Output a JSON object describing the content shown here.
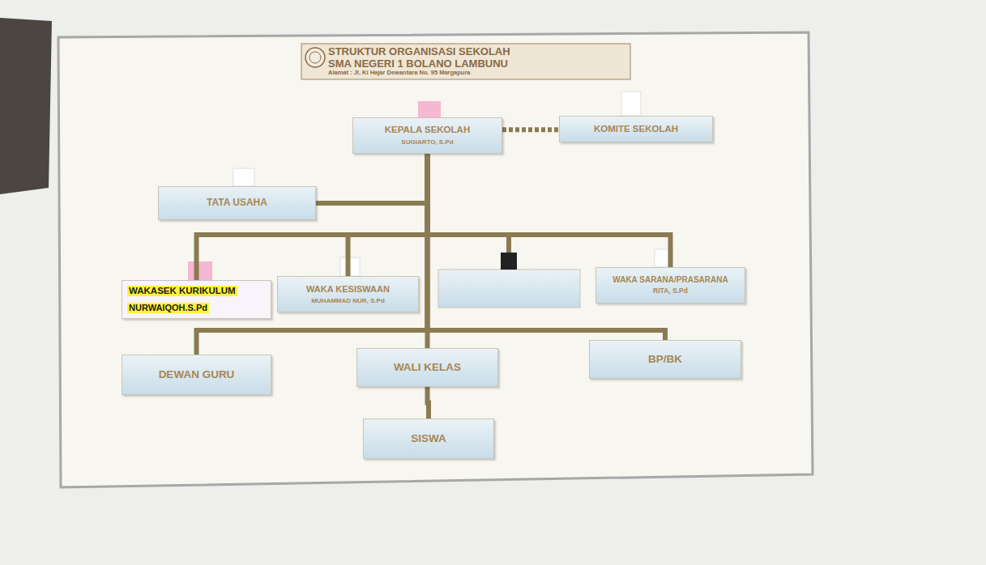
{
  "diagram": {
    "title": "STRUKTUR ORGANISASI SEKOLAH",
    "nodes": [
      {
        "text": [
          "KEPALA SEKOLAH",
          "SUGIARTO, S.Pd"
        ]
      },
      {
        "text": [
          "KOMITE SEKOLAH"
        ]
      },
      {
        "text": [
          "TATA USAHA"
        ]
      },
      {
        "text": [
          "WAKASEK KURIKULUM",
          "NURWAIQOH.S.Pd"
        ]
      },
      {
        "text": [
          "WAKA KESISWAAN",
          "MUHAMMAD NUR, S.Pd"
        ]
      },
      {
        "text": [
          "WAKA SARANA/PRASARANA",
          "RITA, S.Pd"
        ]
      },
      {
        "text": [
          "DEWAN GURU"
        ]
      },
      {
        "text": [
          "WALI KELAS"
        ]
      },
      {
        "text": [
          "BP/BK"
        ]
      },
      {
        "text": [
          "SISWA"
        ]
      }
    ],
    "edges": [
      {
        "from": 0,
        "to": 1,
        "arrow": "none"
      },
      {
        "from": 0,
        "to": 2,
        "arrow": "none"
      },
      {
        "from": 0,
        "to": 3,
        "arrow": "none"
      },
      {
        "from": 0,
        "to": 4,
        "arrow": "none"
      },
      {
        "from": 0,
        "to": 5,
        "arrow": "none"
      },
      {
        "from": 0,
        "to": 6,
        "arrow": "none"
      },
      {
        "from": 0,
        "to": 7,
        "arrow": "none"
      },
      {
        "from": 0,
        "to": 8,
        "arrow": "none"
      },
      {
        "from": 7,
        "to": 9,
        "arrow": "none"
      }
    ],
    "labels": [
      "SMA NEGERI 1 BOLANO LAMBUNU",
      "Alamat : Jl. Ki Hajar Dewantara No. 95 Margapura"
    ]
  }
}
